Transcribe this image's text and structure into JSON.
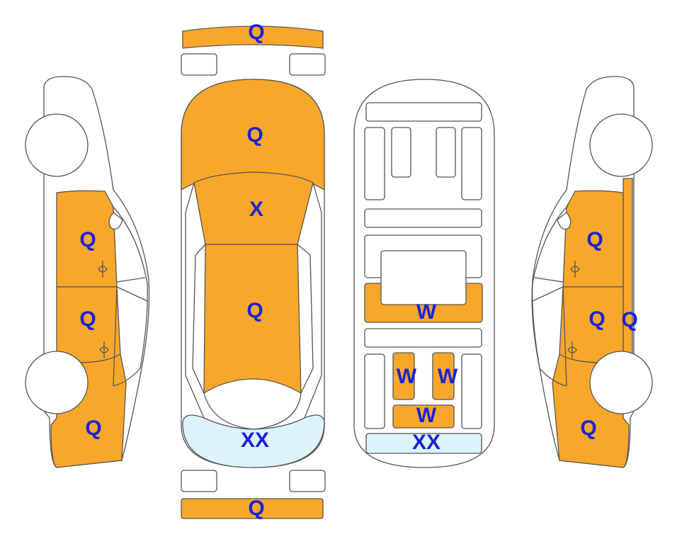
{
  "legend_codes": {
    "Q": "Q",
    "X": "X",
    "XX": "XX",
    "W": "W"
  },
  "colors": {
    "q_panel": "#F9A72B",
    "xx_panel": "#DDF3FA",
    "label": "#1A22D8",
    "outline": "#555555",
    "plain": "#FFFFFF"
  },
  "panels": {
    "front_bumper": {
      "code": "Q"
    },
    "hood": {
      "code": "Q"
    },
    "roof_front": {
      "code": "X"
    },
    "roof_rear": {
      "code": "Q"
    },
    "rear_glass": {
      "code": "XX"
    },
    "rear_bumper": {
      "code": "Q"
    },
    "left_front_door": {
      "code": "Q"
    },
    "left_rear_door": {
      "code": "Q"
    },
    "left_quarter": {
      "code": "Q"
    },
    "right_front_door": {
      "code": "Q"
    },
    "right_rear_door": {
      "code": "Q"
    },
    "right_rocker": {
      "code": "Q"
    },
    "right_quarter": {
      "code": "Q"
    },
    "floor_mid_crossmember": {
      "code": "W"
    },
    "floor_left_rail": {
      "code": "W"
    },
    "floor_right_rail": {
      "code": "W"
    },
    "floor_rear_crossmember": {
      "code": "W"
    },
    "floor_rear_panel": {
      "code": "XX"
    }
  }
}
